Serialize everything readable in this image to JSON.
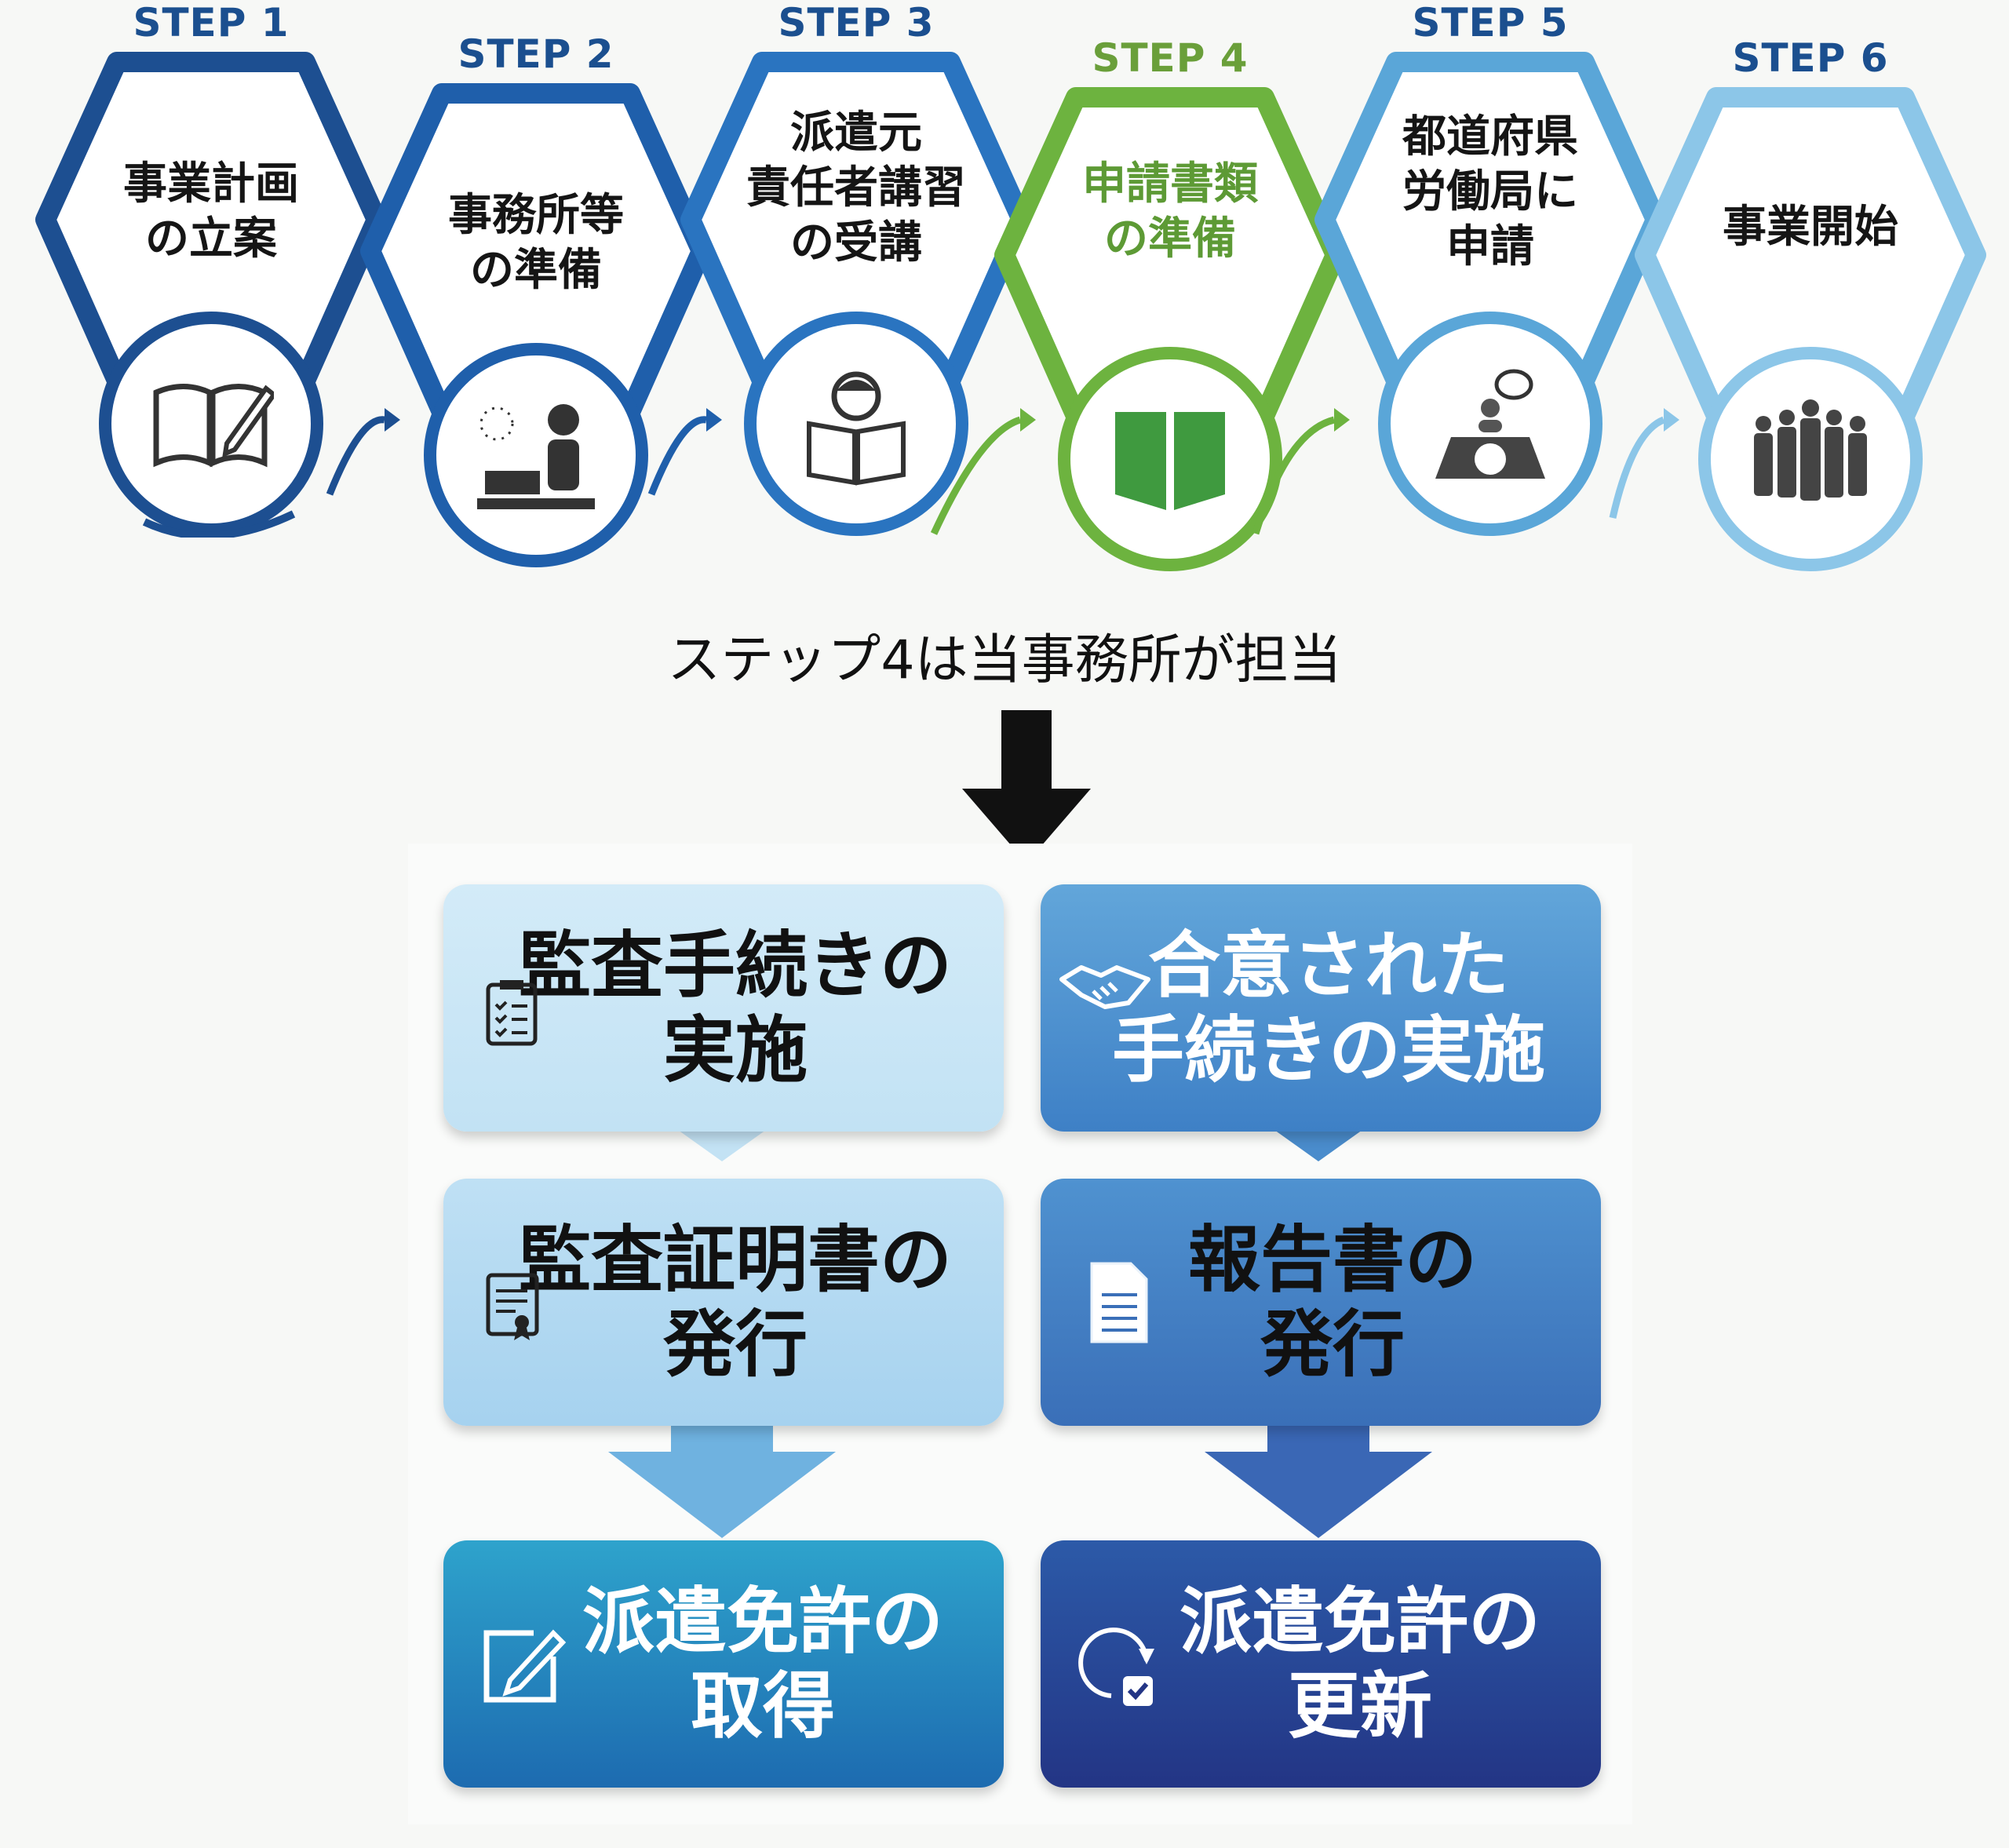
{
  "steps": [
    {
      "title": "STEP 1",
      "label_lines": [
        "事業計画",
        "の立案"
      ],
      "icon": "book-pencil-icon",
      "color": "#1d4f91",
      "title_color": "#1b4f8f"
    },
    {
      "title": "STEP 2",
      "label_lines": [
        "事務所等",
        "の準備"
      ],
      "icon": "office-worker-icon",
      "color": "#1f5fab",
      "title_color": "#1b4f8f"
    },
    {
      "title": "STEP 3",
      "label_lines": [
        "派遣元",
        "責任者講習",
        "の受講"
      ],
      "icon": "person-reading-icon",
      "color": "#2a74c0",
      "title_color": "#1b4f8f"
    },
    {
      "title": "STEP 4",
      "label_lines": [
        "申請書類",
        "の準備"
      ],
      "icon": "open-book-icon",
      "color": "#6db33f",
      "title_color": "#6a9f3a"
    },
    {
      "title": "STEP 5",
      "label_lines": [
        "都道府県",
        "労働局に",
        "申請"
      ],
      "icon": "consultation-icon",
      "color": "#5aa6d8",
      "title_color": "#1b4f8f"
    },
    {
      "title": "STEP 6",
      "label_lines": [
        "事業開始"
      ],
      "icon": "group-people-icon",
      "color": "#8cc6e8",
      "title_color": "#1b4f8f"
    }
  ],
  "caption": "ステップ4は当事務所が担当",
  "flow": {
    "left": [
      {
        "lines": [
          "監査手続きの",
          "実施"
        ],
        "icon": "clipboard-checklist-icon"
      },
      {
        "lines": [
          "監査証明書の",
          "発行"
        ],
        "icon": "certificate-icon"
      },
      {
        "lines": [
          "派遣免許の",
          "取得"
        ],
        "icon": "edit-icon"
      }
    ],
    "right": [
      {
        "lines": [
          "合意された",
          "手続きの実施"
        ],
        "icon": "handshake-icon"
      },
      {
        "lines": [
          "報告書の",
          "発行"
        ],
        "icon": "document-icon"
      },
      {
        "lines": [
          "派遣免許の",
          "更新"
        ],
        "icon": "refresh-check-icon"
      }
    ]
  }
}
